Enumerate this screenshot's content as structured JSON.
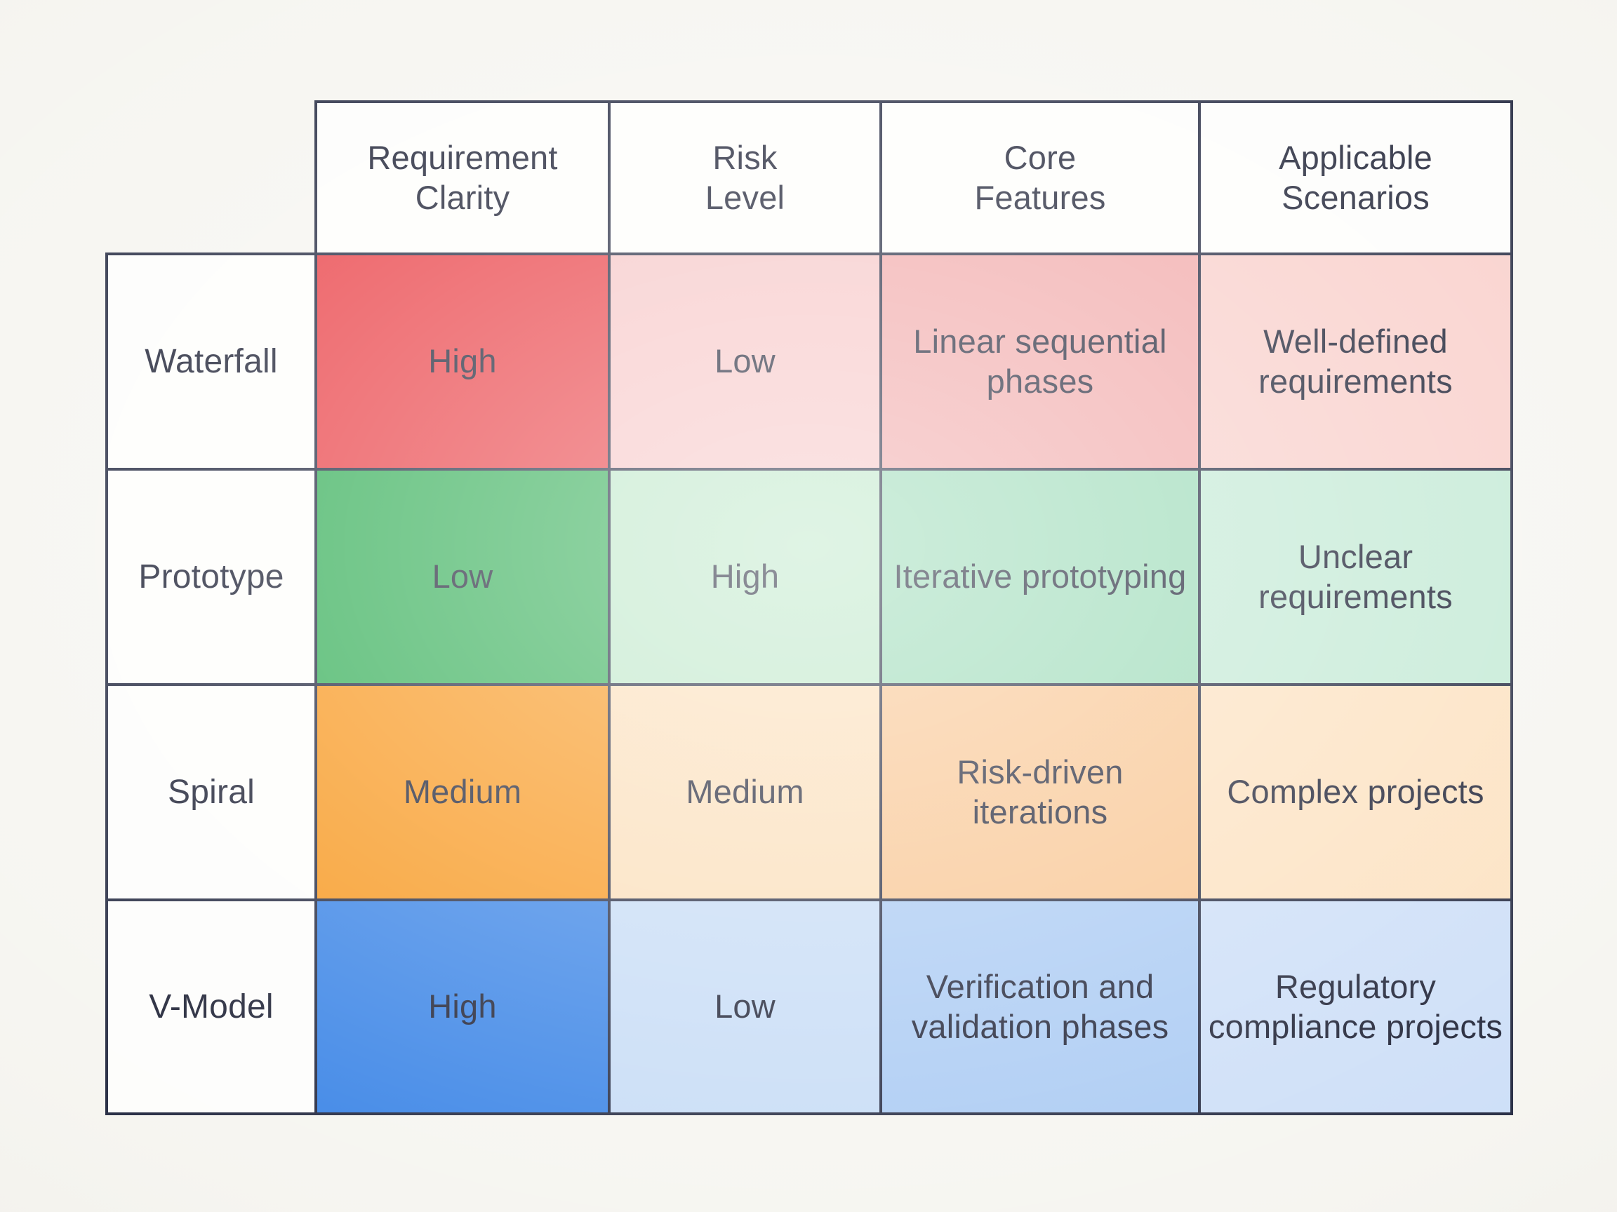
{
  "table": {
    "corner_label": "",
    "columns": [
      {
        "id": "clarity",
        "line1": "Requirement",
        "line2": "Clarity"
      },
      {
        "id": "risk",
        "line1": "Risk",
        "line2": "Level"
      },
      {
        "id": "core",
        "line1": "Core",
        "line2": "Features"
      },
      {
        "id": "scenario",
        "line1": "Applicable",
        "line2": "Scenarios"
      }
    ],
    "rows": [
      {
        "id": "waterfall",
        "label": "Waterfall",
        "clarity": "High",
        "risk": "Low",
        "core": "Linear sequential phases",
        "scenario": "Well-defined requirements",
        "colors": {
          "clarity": "#e8343a",
          "risk": "#f6c3c3",
          "core": "#f0a3a3",
          "scenario": "#f8cbc6"
        }
      },
      {
        "id": "prototype",
        "label": "Prototype",
        "clarity": "Low",
        "risk": "High",
        "core": "Iterative prototyping",
        "scenario": "Unclear requirements",
        "colors": {
          "clarity": "#27a94c",
          "risk": "#b9e6c5",
          "core": "#94d8b2",
          "scenario": "#bfe8d2"
        }
      },
      {
        "id": "spiral",
        "label": "Spiral",
        "clarity": "Medium",
        "risk": "Medium",
        "core": "Risk-driven iterations",
        "scenario": "Complex projects",
        "colors": {
          "clarity": "#f7900e",
          "risk": "#fbdcb4",
          "core": "#f8c189",
          "scenario": "#fcdfbb"
        }
      },
      {
        "id": "vmodel",
        "label": "V-Model",
        "clarity": "High",
        "risk": "Low",
        "core": "Verification and validation phases",
        "scenario": "Regulatory compliance projects",
        "colors": {
          "clarity": "#2a7ae4",
          "risk": "#c2d9f5",
          "core": "#a3c6f2",
          "scenario": "#c9dcf7"
        }
      }
    ]
  },
  "style": {
    "border_color": "#141a33",
    "text_color": "#0d1126",
    "page_background": "#f5f4ef",
    "neutral_cell_background": "#fdfdfb"
  }
}
